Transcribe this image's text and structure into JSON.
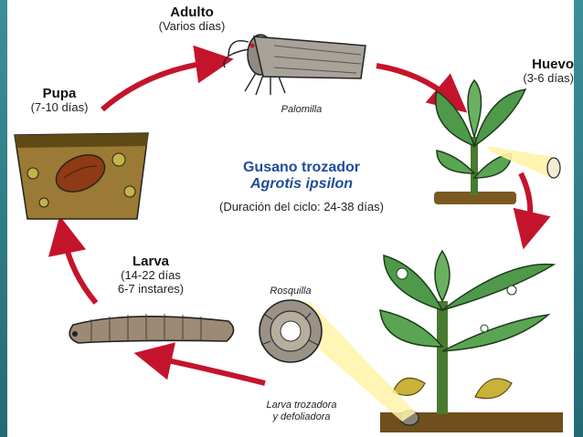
{
  "center": {
    "title": "Gusano trozador",
    "species": "Agrotis ipsilon",
    "duration": "(Duración del ciclo: 24-38 días)"
  },
  "stages": {
    "adulto": {
      "title": "Adulto",
      "duration": "(Varios días)",
      "caption": "Palomilla"
    },
    "huevo": {
      "title": "Huevo",
      "duration": "(3-6 días)"
    },
    "larva": {
      "title": "Larva",
      "duration_line1": "(14-22 días",
      "duration_line2": "6-7 instares)"
    },
    "pupa": {
      "title": "Pupa",
      "duration": "(7-10 días)"
    }
  },
  "captions": {
    "rosquilla": "Rosquilla",
    "larva_trozadora_line1": "Larva trozadora",
    "larva_trozadora_line2": "y defoliadora"
  },
  "colors": {
    "arrow": "#c4142b",
    "title_blue": "#1f4c9c",
    "leaf": "#3f8a3e",
    "soil": "#8a6a2c",
    "background_frame": "#2f7f8c"
  },
  "icons": [
    "moth-icon",
    "plant-egg-icon",
    "plant-damaged-icon",
    "rosquilla-icon",
    "larva-icon",
    "pupa-soil-icon"
  ]
}
